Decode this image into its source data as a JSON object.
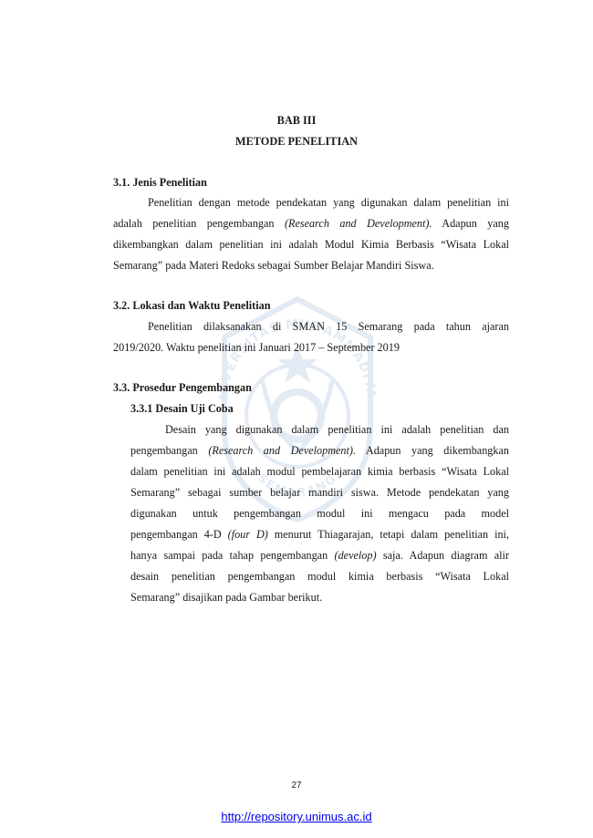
{
  "chapter": {
    "number": "BAB III",
    "title": "METODE PENELITIAN"
  },
  "sections": {
    "s1": {
      "heading": "3.1. Jenis Penelitian",
      "lines": [
        {
          "text": "Penelitian dengan metode pendekatan yang digunakan dalam penelitian ini"
        },
        {
          "pre": "adalah penelitian pengembangan ",
          "em": "(Research and Development).",
          "post": " Adapun yang"
        },
        {
          "text": "dikembangkan dalam penelitian ini adalah Modul Kimia Berbasis “Wisata Lokal"
        },
        {
          "text": "Semarang” pada Materi Redoks sebagai Sumber Belajar Mandiri Siswa."
        }
      ]
    },
    "s2": {
      "heading": "3.2. Lokasi dan Waktu Penelitian",
      "lines": [
        {
          "text": "Penelitian dilaksanakan di SMAN 15 Semarang pada tahun ajaran"
        },
        {
          "text": "2019/2020. Waktu penelitian ini Januari 2017 – September 2019"
        }
      ]
    },
    "s3": {
      "heading": "3.3. Prosedur Pengembangan",
      "subheading": "3.3.1 Desain Uji Coba",
      "lines": [
        {
          "text": "Desain yang digunakan dalam penelitian ini adalah penelitian dan"
        },
        {
          "pre": "pengembangan ",
          "em": "(Research and Development).",
          "post": " Adapun yang dikembangkan"
        },
        {
          "text": "dalam penelitian ini adalah modul pembelajaran kimia berbasis “Wisata Lokal"
        },
        {
          "text": "Semarang” sebagai sumber belajar mandiri siswa. Metode pendekatan yang"
        },
        {
          "text": "digunakan untuk pengembangan modul ini mengacu pada model"
        },
        {
          "pre": "pengembangan 4-D ",
          "em": "(four D)",
          "post": " menurut Thiagarajan, tetapi dalam penelitian ini,"
        },
        {
          "pre": "hanya sampai pada tahap pengembangan ",
          "em": "(develop)",
          "post": " saja. Adapun diagram alir"
        },
        {
          "text": "desain penelitian pengembangan modul kimia berbasis “Wisata Lokal"
        },
        {
          "text": "Semarang” disajikan pada Gambar  berikut."
        }
      ]
    }
  },
  "watermark": {
    "arc_text_top": "UNIVERSITAS MUHAMMADIYAH",
    "arc_text_bottom": "SEMARANG"
  },
  "page_number": "27",
  "footer_link": "http://repository.unimus.ac.id",
  "colors": {
    "text": "#1a1a1a",
    "link": "#0000ee",
    "watermark": "#2a6fb0"
  }
}
